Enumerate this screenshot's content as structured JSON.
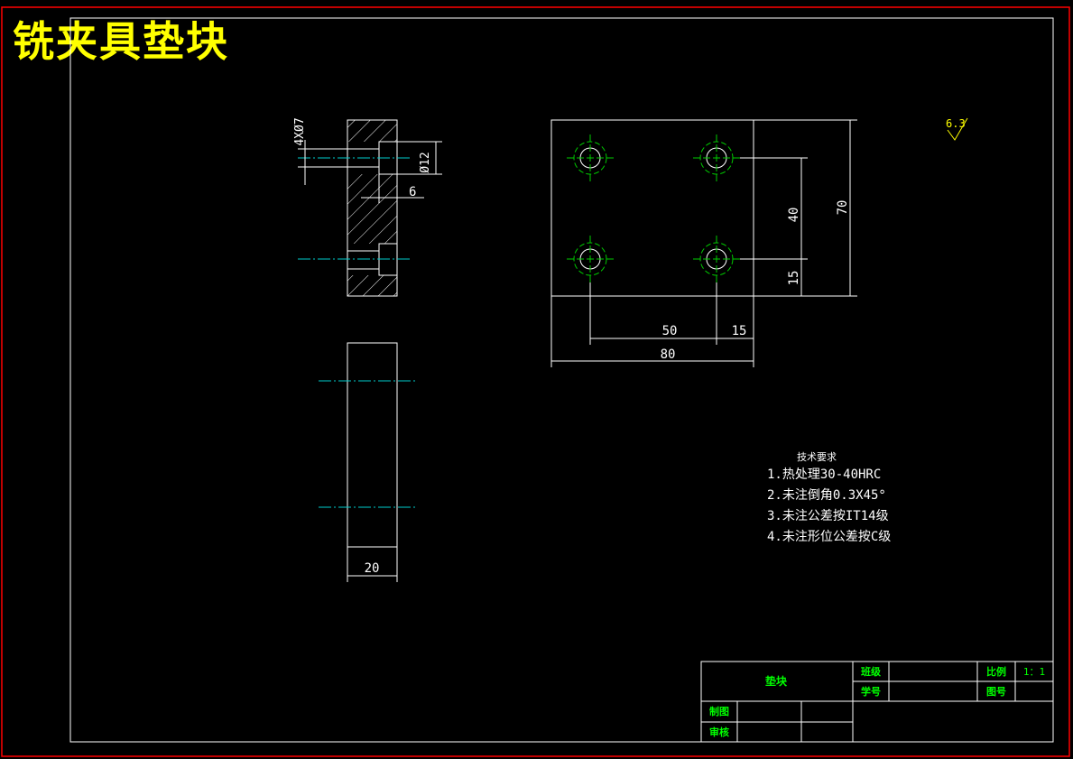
{
  "page_title": "铣夹具垫块",
  "dimensions": {
    "holes": "4XØ7",
    "counterbore_dia": "Ø12",
    "counterbore_depth": "6",
    "spacing_y": "40",
    "edge_y": "15",
    "height": "70",
    "spacing_x": "50",
    "edge_x": "15",
    "width": "80",
    "thickness": "20"
  },
  "roughness": "6.3",
  "tech_requirements": {
    "heading": "技术要求",
    "items": [
      "1.热处理30-40HRC",
      "2.未注倒角0.3X45°",
      "3.未注公差按IT14级",
      "4.未注形位公差按C级"
    ]
  },
  "title_block": {
    "part_name": "垫块",
    "class_label": "班级",
    "class_value": "",
    "student_id_label": "学号",
    "student_id_value": "",
    "scale_label": "比例",
    "scale_value": "1：1",
    "drawing_no_label": "图号",
    "drawing_no_value": "",
    "drawn_by_label": "制图",
    "reviewed_by_label": "审核"
  },
  "colors": {
    "border": "#ff0000",
    "frame": "#ffffff",
    "title": "#ffff00",
    "centerline": "#00cccc",
    "hole_circle": "#00cc00",
    "label_green": "#00ff00"
  }
}
